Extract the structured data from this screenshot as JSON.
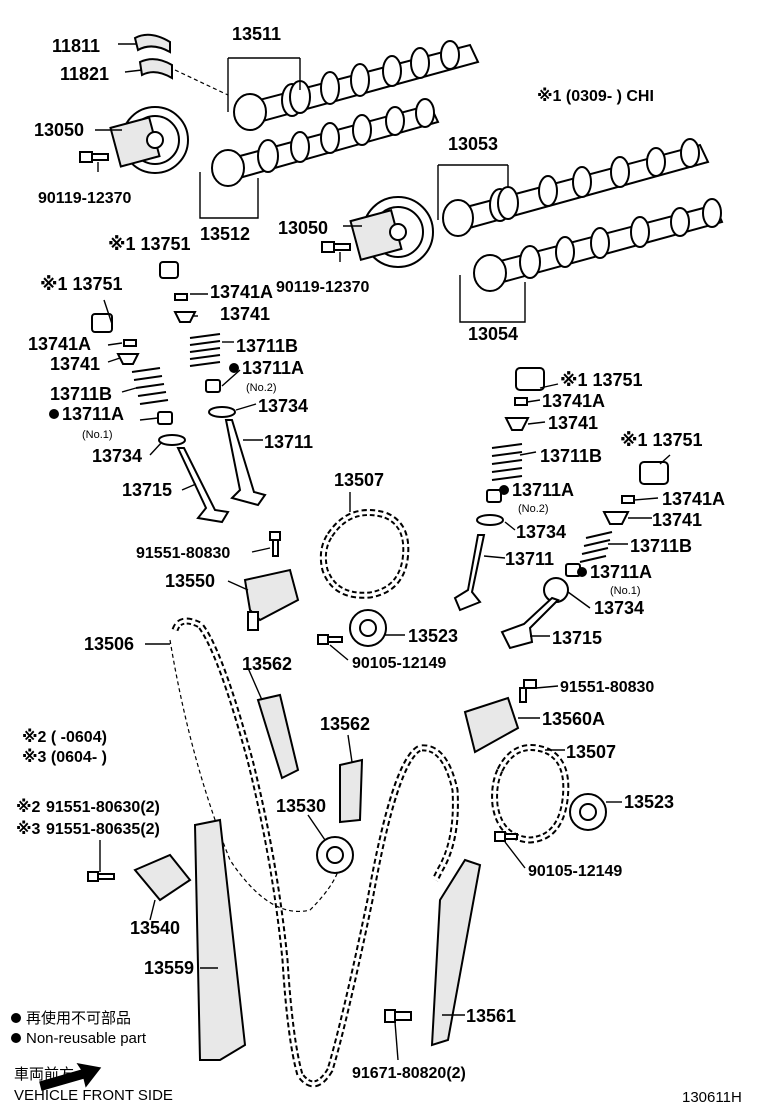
{
  "diagram": {
    "code": "130611H",
    "note_ref1": "※1 (0309-      ) CHI",
    "note_ref2": "※2 (        -0604)",
    "note_ref3": "※3 (0604-        )",
    "legend_jp": "再使用不可部品",
    "legend_en": "Non-reusable part",
    "front_jp": "車両前方",
    "front_en": "VEHICLE FRONT SIDE",
    "parts": {
      "p11811": "11811",
      "p11821": "11821",
      "p13511": "13511",
      "p13050a": "13050",
      "p90119a": "90119-12370",
      "p13512": "13512",
      "p13053": "13053",
      "p13050b": "13050",
      "p90119b": "90119-12370",
      "p13054": "13054",
      "p13751a": "※1 13751",
      "p13741Aa": "13741A",
      "p13741a": "13741",
      "p13711Ba": "13711B",
      "p13711Aa": "13711A",
      "no2a": "(No.2)",
      "p13734a": "13734",
      "p13711a": "13711",
      "p13751b": "※1 13751",
      "p13741Ab": "13741A",
      "p13741b": "13741",
      "p13711Bb": "13711B",
      "p13711Ab": "13711A",
      "no1a": "(No.1)",
      "p13734b": "13734",
      "p13715a": "13715",
      "p13507a": "13507",
      "p91551a": "91551-80830",
      "p13550": "13550",
      "p13506": "13506",
      "p13523a": "13523",
      "p90105a": "90105-12149",
      "p13562a": "13562",
      "p13562b": "13562",
      "p13530": "13530",
      "p91551b": "91551-80630(2)",
      "p91551c": "91551-80635(2)",
      "p91551b_ref": "※2",
      "p91551c_ref": "※3",
      "p13540": "13540",
      "p13559": "13559",
      "p13751c": "※1 13751",
      "p13741Ac": "13741A",
      "p13741c": "13741",
      "p13711Bc": "13711B",
      "p13711Ac": "13711A",
      "no2b": "(No.2)",
      "p13734c": "13734",
      "p13711b": "13711",
      "p13751d": "※1 13751",
      "p13741Ad": "13741A",
      "p13741d": "13741",
      "p13711Bd": "13711B",
      "p13711Ad": "13711A",
      "no1b": "(No.1)",
      "p13734d": "13734",
      "p13715b": "13715",
      "p91551d": "91551-80830",
      "p13560A": "13560A",
      "p13507b": "13507",
      "p13523b": "13523",
      "p90105b": "90105-12149",
      "p13561": "13561",
      "p91671": "91671-80820(2)"
    }
  }
}
